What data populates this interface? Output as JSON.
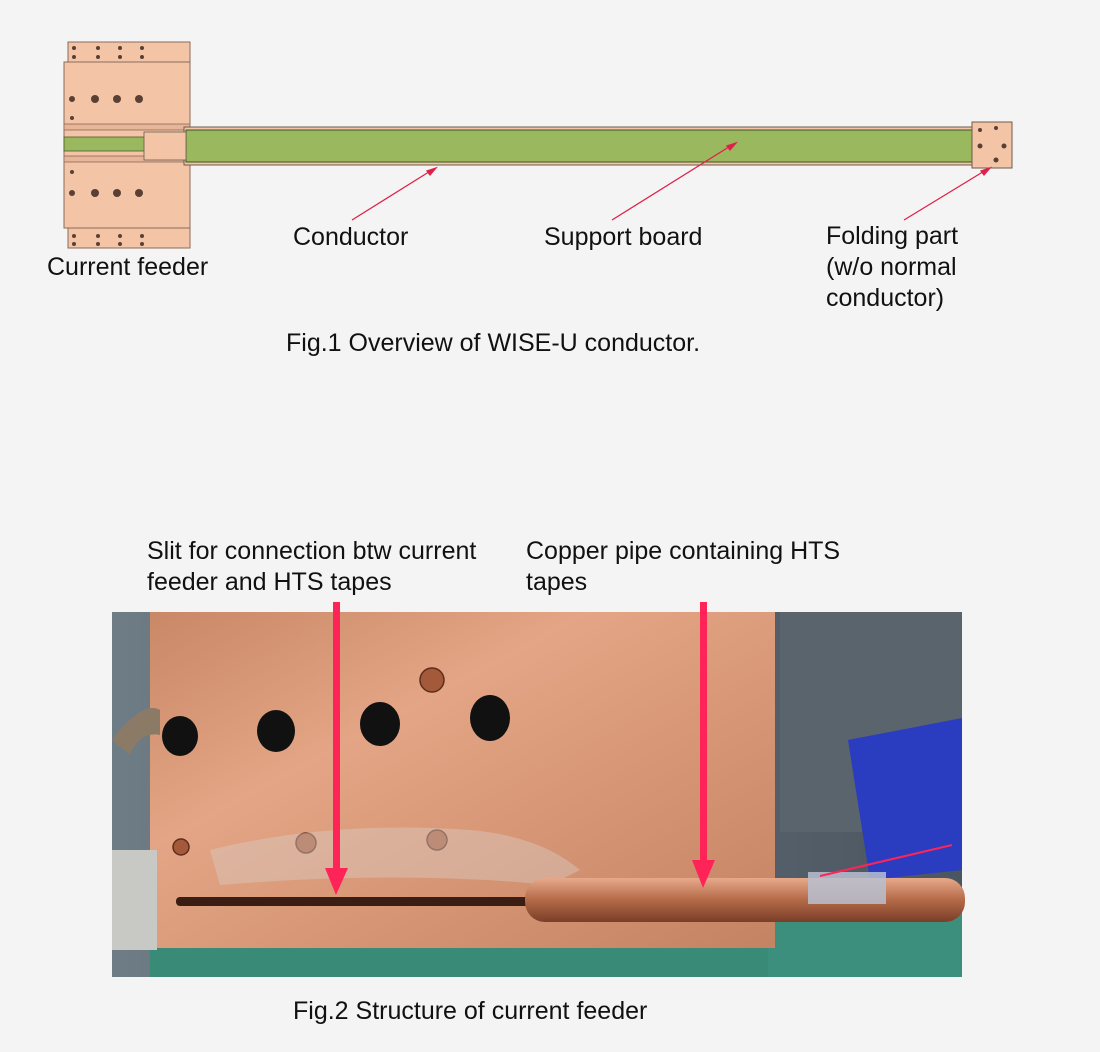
{
  "fig1": {
    "labels": {
      "current_feeder": "Current feeder",
      "conductor": "Conductor",
      "support_board": "Support board",
      "folding_part": "Folding part\n(w/o normal\nconductor)"
    },
    "caption": "Fig.1 Overview of WISE-U conductor.",
    "colors": {
      "copper": "#f3c5a6",
      "board": "#9ab85e",
      "arrow": "#e0204a"
    }
  },
  "fig2": {
    "labels": {
      "slit": "Slit for connection btw current\nfeeder and HTS tapes",
      "copper_pipe": "Copper pipe containing HTS\ntapes"
    },
    "caption": "Fig.2 Structure of current feeder",
    "colors": {
      "copper": "#d4906c",
      "pipe": "#b8704c",
      "arrow": "#ff2458",
      "background_board": "#3a8a78"
    }
  }
}
